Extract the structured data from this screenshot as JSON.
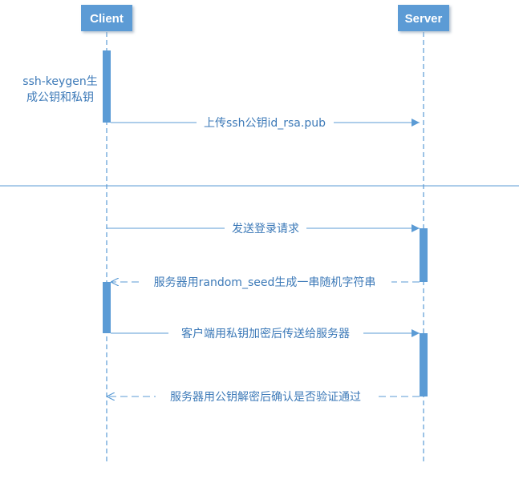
{
  "colors": {
    "accent": "#5b9bd5",
    "text": "#3d7ab8",
    "divider": "#5b9bd5"
  },
  "participants": [
    {
      "id": "client",
      "label": "Client"
    },
    {
      "id": "server",
      "label": "Server"
    }
  ],
  "note": {
    "lines": [
      "ssh-keygen生",
      "成公钥和私钥"
    ]
  },
  "messages": [
    {
      "id": "upload",
      "label": "上传ssh公钥id_rsa.pub",
      "from": "client",
      "to": "server",
      "style": "solid"
    },
    {
      "id": "login",
      "label": "发送登录请求",
      "from": "client",
      "to": "server",
      "style": "solid"
    },
    {
      "id": "seed",
      "label": "服务器用random_seed生成一串随机字符串",
      "from": "server",
      "to": "client",
      "style": "dashed"
    },
    {
      "id": "encrypt",
      "label": "客户端用私钥加密后传送给服务器",
      "from": "client",
      "to": "server",
      "style": "solid"
    },
    {
      "id": "verify",
      "label": "服务器用公钥解密后确认是否验证通过",
      "from": "server",
      "to": "client",
      "style": "dashed"
    }
  ]
}
